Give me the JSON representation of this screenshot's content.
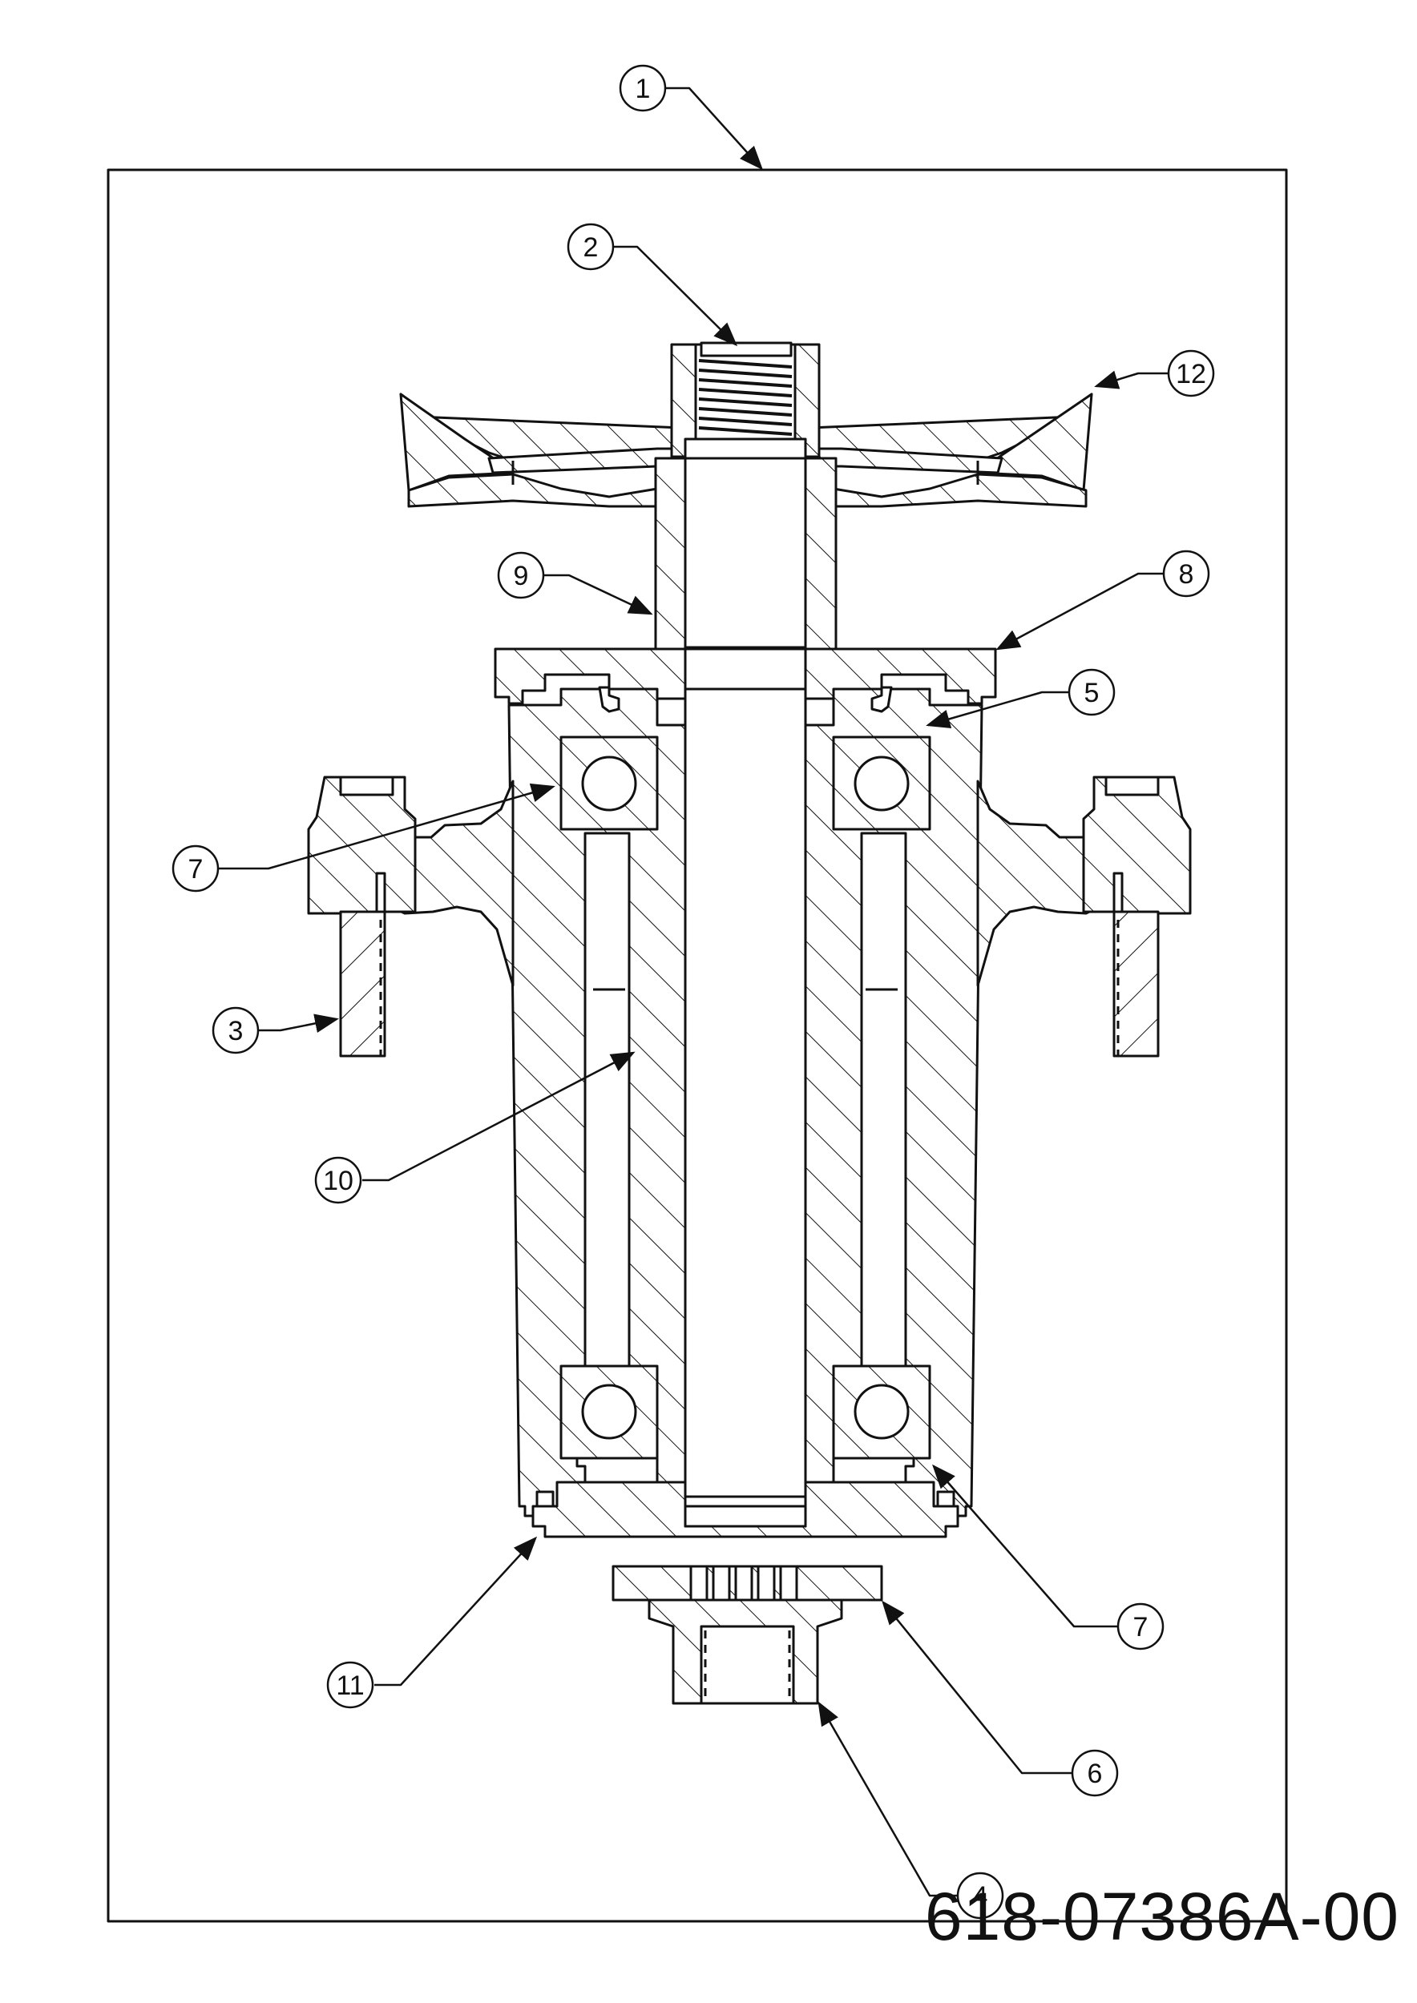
{
  "document": {
    "part_number": "618-07386A-00"
  },
  "callouts": [
    {
      "id": "c1",
      "label": "1"
    },
    {
      "id": "c2",
      "label": "2"
    },
    {
      "id": "c3",
      "label": "3"
    },
    {
      "id": "c4",
      "label": "4"
    },
    {
      "id": "c5",
      "label": "5"
    },
    {
      "id": "c6",
      "label": "6"
    },
    {
      "id": "c7a",
      "label": "7"
    },
    {
      "id": "c7b",
      "label": "7"
    },
    {
      "id": "c8",
      "label": "8"
    },
    {
      "id": "c9",
      "label": "9"
    },
    {
      "id": "c10",
      "label": "10"
    },
    {
      "id": "c11",
      "label": "11"
    },
    {
      "id": "c12",
      "label": "12"
    }
  ],
  "style": {
    "line_color": "#111111",
    "background": "#ffffff"
  }
}
